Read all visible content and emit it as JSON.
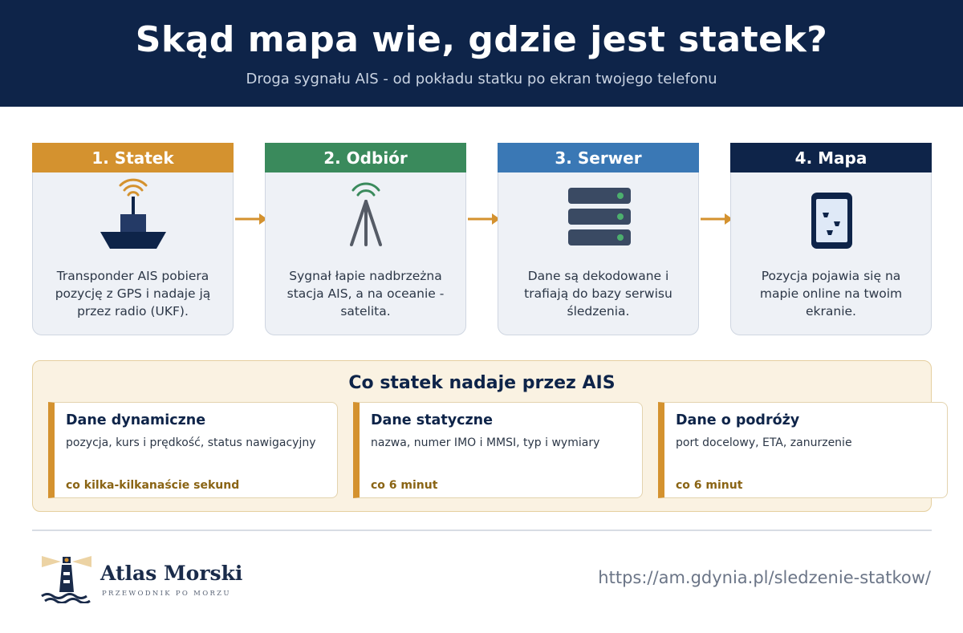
{
  "header": {
    "title": "Skąd mapa wie, gdzie jest statek?",
    "subtitle": "Droga sygnału AIS - od pokładu statku po ekran twojego telefonu"
  },
  "steps": [
    {
      "label": "1. Statek",
      "color": "#d4922f",
      "icon": "ship-antenna-icon",
      "text": "Transponder AIS pobiera pozycję z GPS i nadaje ją przez radio (UKF)."
    },
    {
      "label": "2. Odbiór",
      "color": "#3a8a5c",
      "icon": "radio-tower-icon",
      "text": "Sygnał łapie nadbrzeżna stacja AIS, a na oceanie - satelita."
    },
    {
      "label": "3. Serwer",
      "color": "#3a78b5",
      "icon": "server-icon",
      "text": "Dane są dekodowane i trafiają do bazy serwisu śledzenia."
    },
    {
      "label": "4. Mapa",
      "color": "#0e2449",
      "icon": "phone-map-icon",
      "text": "Pozycja pojawia się na mapie online na twoim ekranie."
    }
  ],
  "ais": {
    "title": "Co statek nadaje przez AIS",
    "cards": [
      {
        "title": "Dane dynamiczne",
        "desc": "pozycja, kurs i prędkość, status nawigacyjny",
        "freq": "co kilka-kilkanaście sekund"
      },
      {
        "title": "Dane statyczne",
        "desc": "nazwa, numer IMO i MMSI, typ i wymiary",
        "freq": "co 6 minut"
      },
      {
        "title": "Dane o podróży",
        "desc": "port docelowy, ETA, zanurzenie",
        "freq": "co 6 minut"
      }
    ]
  },
  "footer": {
    "brand_name": "Atlas Morski",
    "brand_sub": "PRZEWODNIK PO MORZU",
    "url": "https://am.gdynia.pl/sledzenie-statkow/"
  },
  "colors": {
    "navy": "#0e2449",
    "accent": "#d4922f",
    "green": "#3a8a5c",
    "blue": "#3a78b5"
  }
}
